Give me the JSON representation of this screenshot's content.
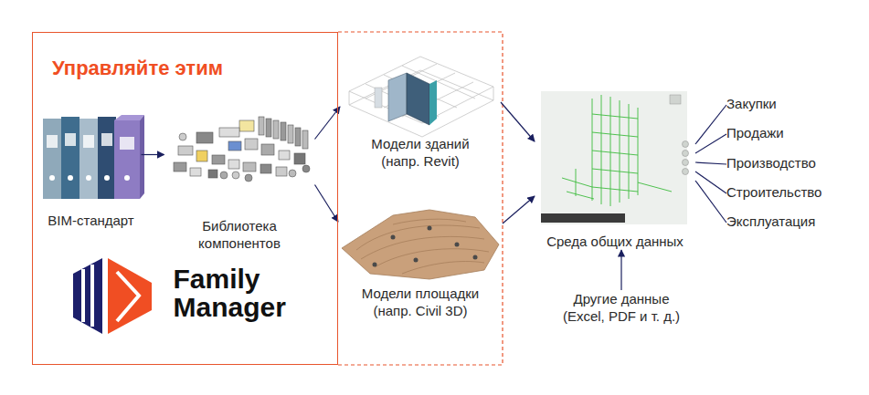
{
  "diagram": {
    "nodes": [
      {
        "text": [
          "Управляйте этим"
        ]
      },
      {
        "text": [
          "BIM-стандарт"
        ],
        "in": 0
      },
      {
        "text": [
          "Библиотека компонентов"
        ],
        "in": 0
      },
      {
        "text": [
          "Family Manager"
        ],
        "in": 0
      },
      {
        "text": [
          "Модели зданий (напр. Revit)"
        ]
      },
      {
        "text": [
          "Модели площадки (напр. Civil 3D)"
        ]
      },
      {
        "text": [
          "Среда общих данных"
        ]
      },
      {
        "text": [
          "Другие данные (Excel, PDF и т. д.)"
        ]
      },
      {
        "text": [
          "Закупки"
        ]
      },
      {
        "text": [
          "Продажи"
        ]
      },
      {
        "text": [
          "Производство"
        ]
      },
      {
        "text": [
          "Строительство"
        ]
      },
      {
        "text": [
          "Эксплуатация"
        ]
      }
    ],
    "edges": [
      {
        "from": 1,
        "to": 2,
        "arrow": "to"
      },
      {
        "from": 2,
        "to": 4,
        "arrow": "to"
      },
      {
        "from": 2,
        "to": 5,
        "arrow": "to"
      },
      {
        "from": 4,
        "to": 6,
        "arrow": "to"
      },
      {
        "from": 5,
        "to": 6,
        "arrow": "to"
      },
      {
        "from": 7,
        "to": 6,
        "arrow": "to"
      },
      {
        "from": 6,
        "to": 8,
        "arrow": "none"
      },
      {
        "from": 6,
        "to": 9,
        "arrow": "none"
      },
      {
        "from": 6,
        "to": 10,
        "arrow": "none"
      },
      {
        "from": 6,
        "to": 11,
        "arrow": "none"
      },
      {
        "from": 6,
        "to": 12,
        "arrow": "none"
      }
    ]
  }
}
